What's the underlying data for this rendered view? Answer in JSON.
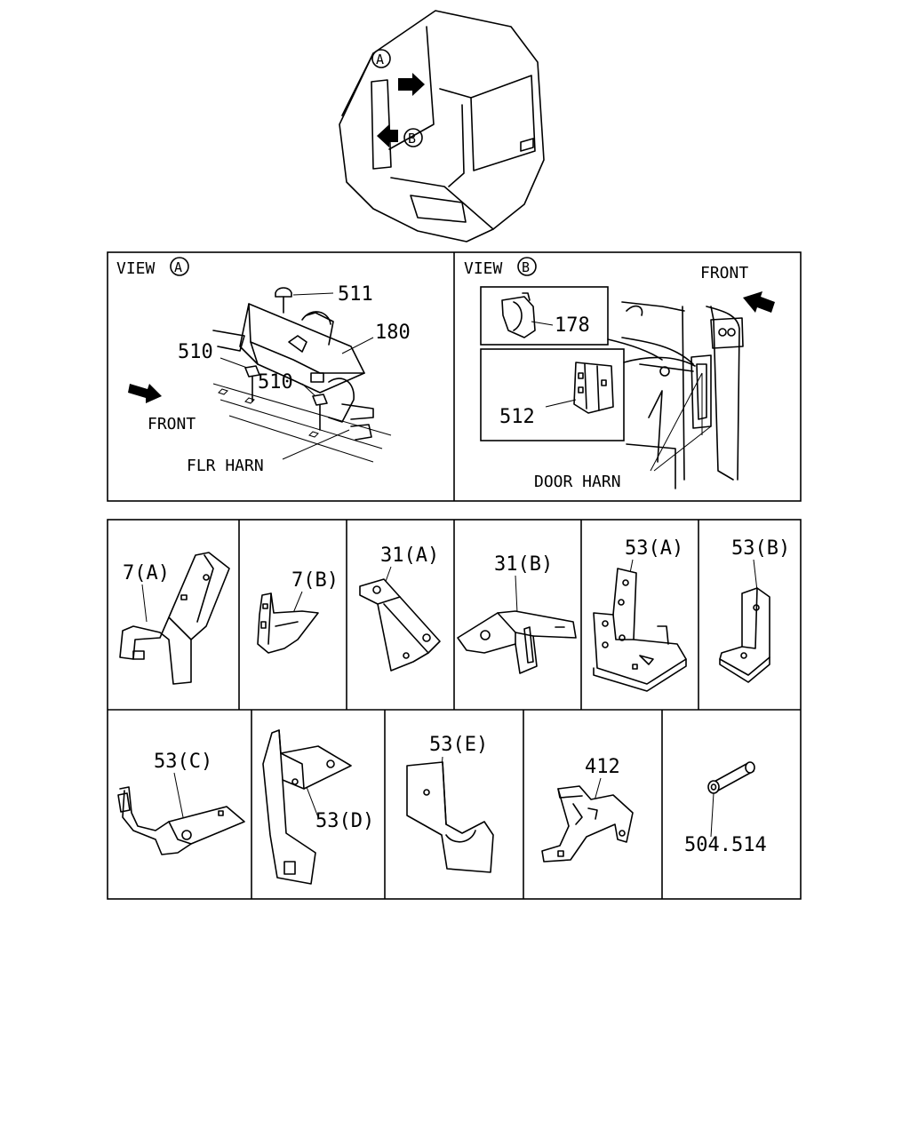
{
  "cab": {
    "marker_a": "A",
    "marker_b": "B"
  },
  "view_a": {
    "title": "VIEW",
    "marker": "A",
    "labels": {
      "p511": "511",
      "p180": "180",
      "p510a": "510",
      "p510b": "510",
      "front": "FRONT",
      "flr_harn": "FLR HARN"
    }
  },
  "view_b": {
    "title": "VIEW",
    "marker": "B",
    "labels": {
      "front": "FRONT",
      "p178": "178",
      "p512": "512",
      "door_harn": "DOOR HARN"
    }
  },
  "parts_row1": {
    "p7a": "7(A)",
    "p7b": "7(B)",
    "p31a": "31(A)",
    "p31b": "31(B)",
    "p53a": "53(A)",
    "p53b": "53(B)"
  },
  "parts_row2": {
    "p53c": "53(C)",
    "p53d": "53(D)",
    "p53e": "53(E)",
    "p412": "412",
    "p504": "504.514"
  }
}
